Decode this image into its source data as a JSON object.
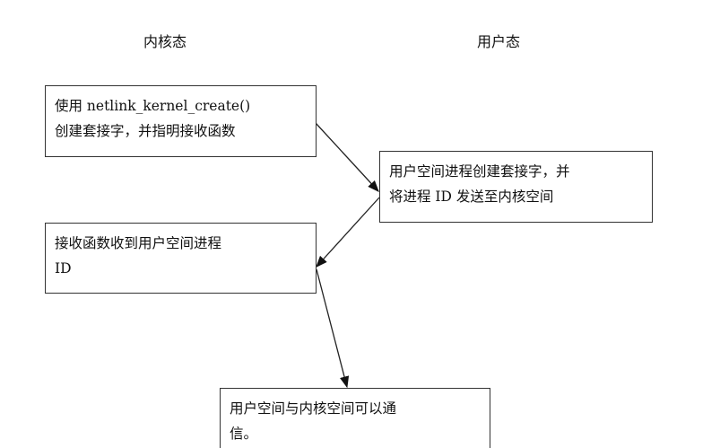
{
  "headers": {
    "kernel": "内核态",
    "user": "用户态"
  },
  "boxes": {
    "kernel_create": {
      "line1": "使用 netlink_kernel_create()",
      "line2": "创建套接字，并指明接收函数"
    },
    "user_create": {
      "line1": "用户空间进程创建套接字，并",
      "line2": "将进程 ID 发送至内核空间"
    },
    "kernel_receive": {
      "line1": "接收函数收到用户空间进程",
      "line2": "ID"
    },
    "communicate": {
      "line1": "用户空间与内核空间可以通",
      "line2": "信。"
    }
  }
}
